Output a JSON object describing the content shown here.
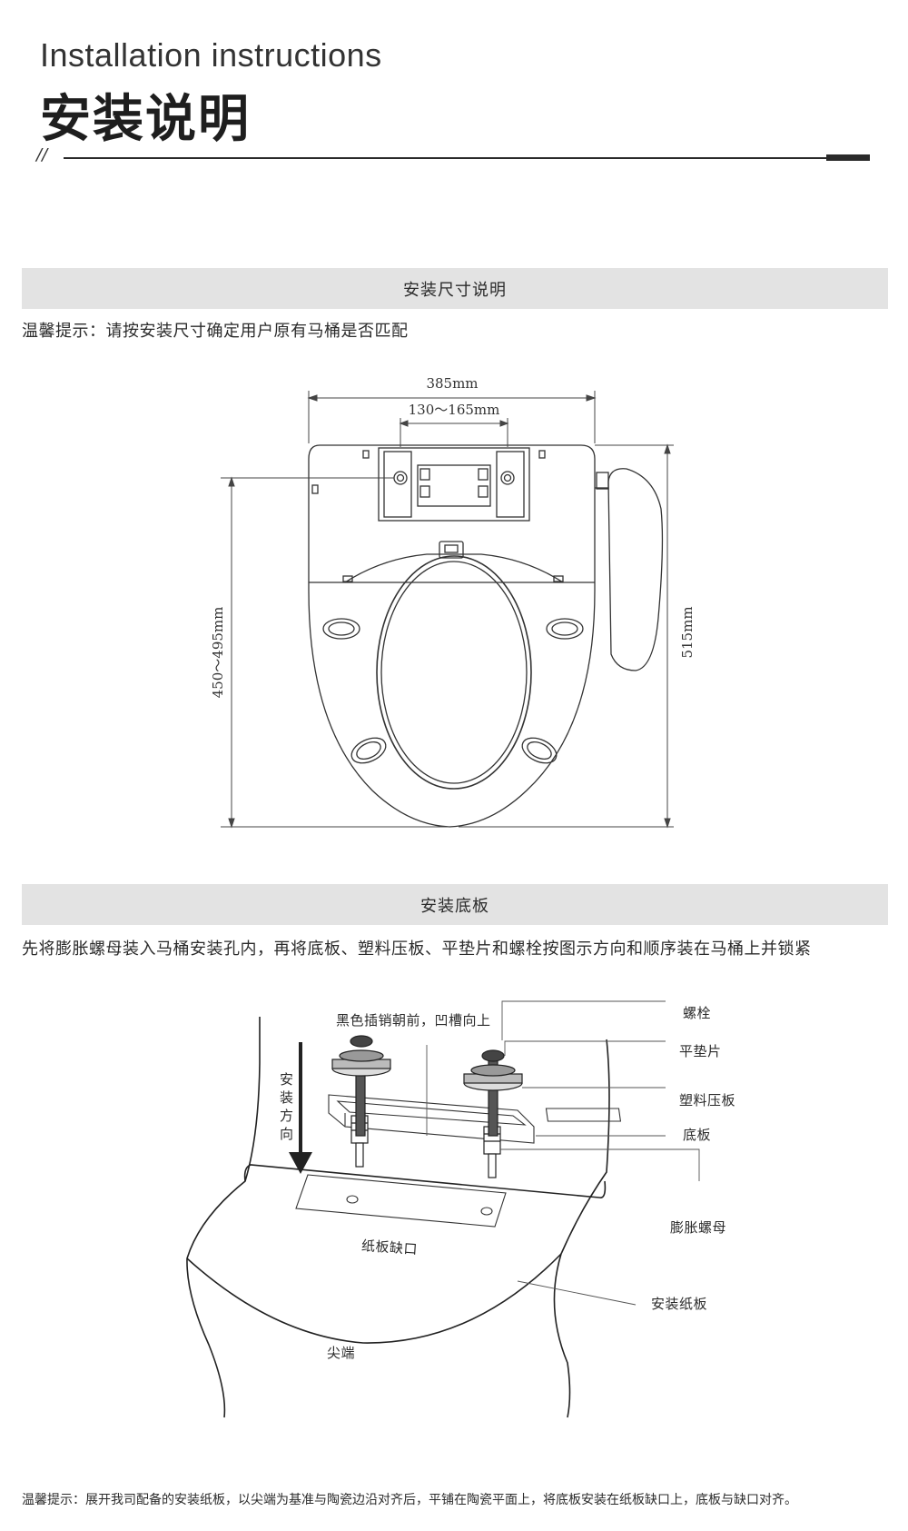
{
  "header": {
    "title_en": "Installation instructions",
    "title_zh": "安装说明",
    "separator": "//"
  },
  "section_dimensions": {
    "heading": "安装尺寸说明",
    "tip": "温馨提示：请按安装尺寸确定用户原有马桶是否匹配",
    "dim_width": "385mm",
    "dim_hole_spacing": "130～165mm",
    "dim_hole_to_tip": "450～495mm",
    "dim_length": "515mm"
  },
  "section_baseplate": {
    "heading": "安装底板",
    "instruction": "先将膨胀螺母装入马桶安装孔内，再将底板、塑料压板、平垫片和螺栓按图示方向和顺序装在马桶上并锁紧",
    "label_black_pin": "黑色插销朝前，凹槽向上",
    "label_direction": "安装方向",
    "label_bolt": "螺栓",
    "label_washer": "平垫片",
    "label_plastic_plate": "塑料压板",
    "label_base_plate": "底板",
    "label_expansion_nut": "膨胀螺母",
    "label_paper_notch": "纸板缺口",
    "label_paper_board": "安装纸板",
    "label_tip": "尖端"
  },
  "footer": {
    "tip": "温馨提示：展开我司配备的安装纸板，以尖端为基准与陶瓷边沿对齐后，平铺在陶瓷平面上，将底板安装在纸板缺口上，底板与缺口对齐。"
  }
}
